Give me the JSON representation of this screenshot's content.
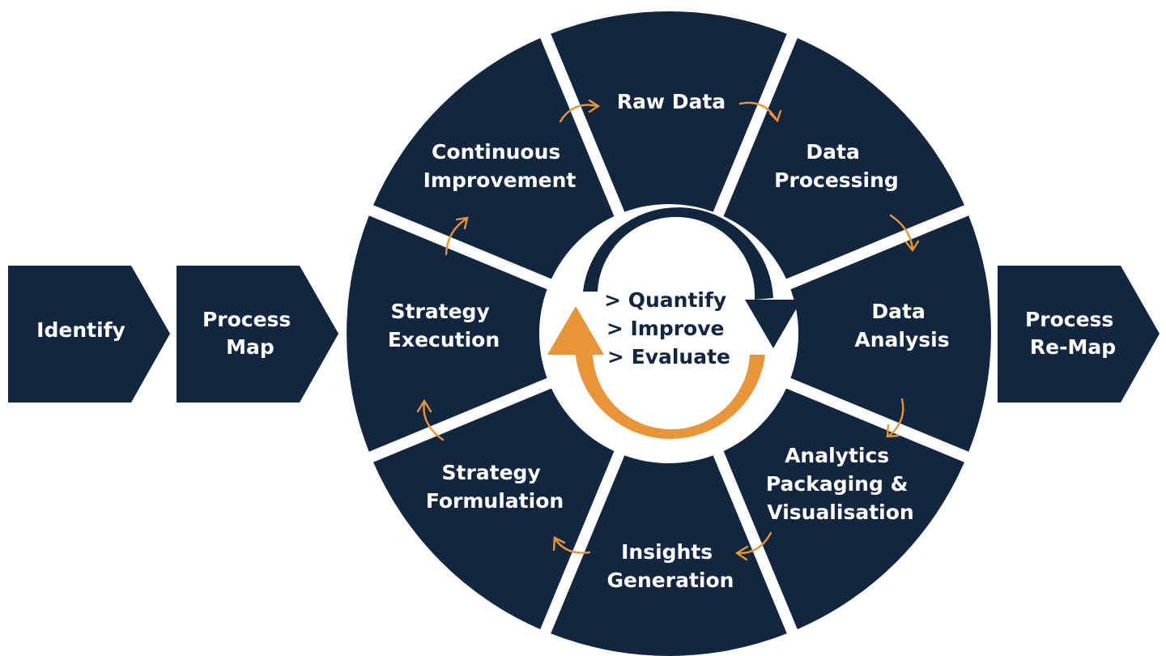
{
  "colors": {
    "navy": "#12263f",
    "orange": "#e8953a",
    "background": "#ffffff"
  },
  "chevrons": [
    {
      "lines": [
        "Identify"
      ]
    },
    {
      "lines": [
        "Process",
        "Map"
      ]
    },
    {
      "lines": [
        "Process",
        "Re-Map"
      ]
    }
  ],
  "cycle_steps": [
    {
      "lines": [
        "Raw Data"
      ]
    },
    {
      "lines": [
        "Data",
        "Processing"
      ]
    },
    {
      "lines": [
        "Data",
        "Analysis"
      ]
    },
    {
      "lines": [
        "Analytics",
        "Packaging &",
        "Visualisation"
      ]
    },
    {
      "lines": [
        "Insights",
        "Generation"
      ]
    },
    {
      "lines": [
        "Strategy",
        "Formulation"
      ]
    },
    {
      "lines": [
        "Strategy",
        "Execution"
      ]
    },
    {
      "lines": [
        "Continuous",
        "Improvement"
      ]
    }
  ],
  "center": {
    "items": [
      "> Quantify",
      "> Improve",
      "> Evaluate"
    ],
    "icons": [
      "clockwise-arrow-icon",
      "counter-arrow-icon"
    ]
  },
  "connector_icon": "curved-arrow-icon"
}
